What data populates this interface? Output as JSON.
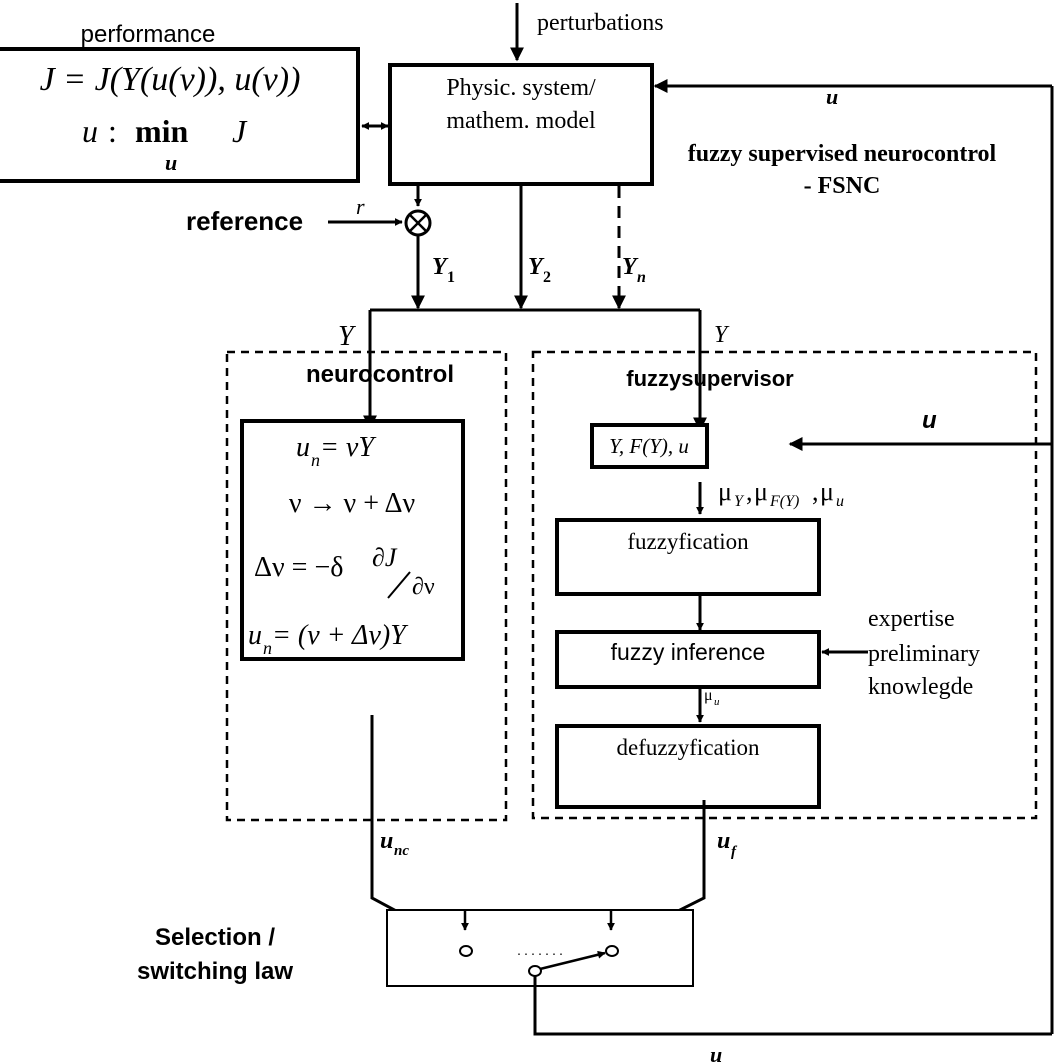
{
  "labels": {
    "performance": "performance",
    "perturbations": "perturbations",
    "system_line1": "Physic. system/",
    "system_line2": "mathem. model",
    "fsnc_line1": "fuzzy supervised neurocontrol",
    "fsnc_line2": "- FSNC",
    "reference": "reference",
    "r": "r",
    "y1_main": "Y",
    "y1_sub": "1",
    "y2_main": "Y",
    "y2_sub": "2",
    "yn_main": "Y",
    "yn_sub": "n",
    "y_left": "Y",
    "y_right": "Y",
    "u_top": "u",
    "u_mid": "u",
    "u_bottom": "u",
    "neurocontrol": "neurocontrol",
    "fuzzysupervisor": "fuzzysupervisor",
    "fuzzy_inputs": "Y, F(Y), u",
    "mu_main1": "μ",
    "mu_sub1": "Y",
    "mu_sep1": ",",
    "mu_main2": "μ",
    "mu_sub2": "F(Y)",
    "mu_sep2": ",",
    "mu_main3": "μ",
    "mu_sub3": "u",
    "mu_u_main": "μ",
    "mu_u_sub": "u",
    "fuzzyfication": "fuzzyfication",
    "fuzzy_inference": "fuzzy inference",
    "defuzzyfication": "defuzzyfication",
    "expertise_1": "expertise",
    "expertise_2": "preliminary",
    "expertise_3": "knowlegde",
    "unc_main": "u",
    "unc_sub": "nc",
    "uf_main": "u",
    "uf_sub": "f",
    "selection_1": "Selection /",
    "selection_2": "switching law",
    "dots": ". . . . . . .",
    "perf_eq1": "J = J(Y(u(ν)), u(ν))",
    "perf_eq2_u": "u",
    "perf_eq2_colon": " : ",
    "perf_eq2_min": "min",
    "perf_eq2_J": "J",
    "perf_eq2_sub": "u",
    "neuro_eq1_main": "u",
    "neuro_eq1_sub": "n",
    "neuro_eq1_rest": " = νY",
    "neuro_eq2": "ν → ν + Δν",
    "neuro_eq3_left": "Δν = −δ",
    "neuro_eq3_num": "∂J",
    "neuro_eq3_den": "∂ν",
    "neuro_eq4_main": "u",
    "neuro_eq4_sub": "n",
    "neuro_eq4_rest": " = (ν + Δν)Y"
  }
}
